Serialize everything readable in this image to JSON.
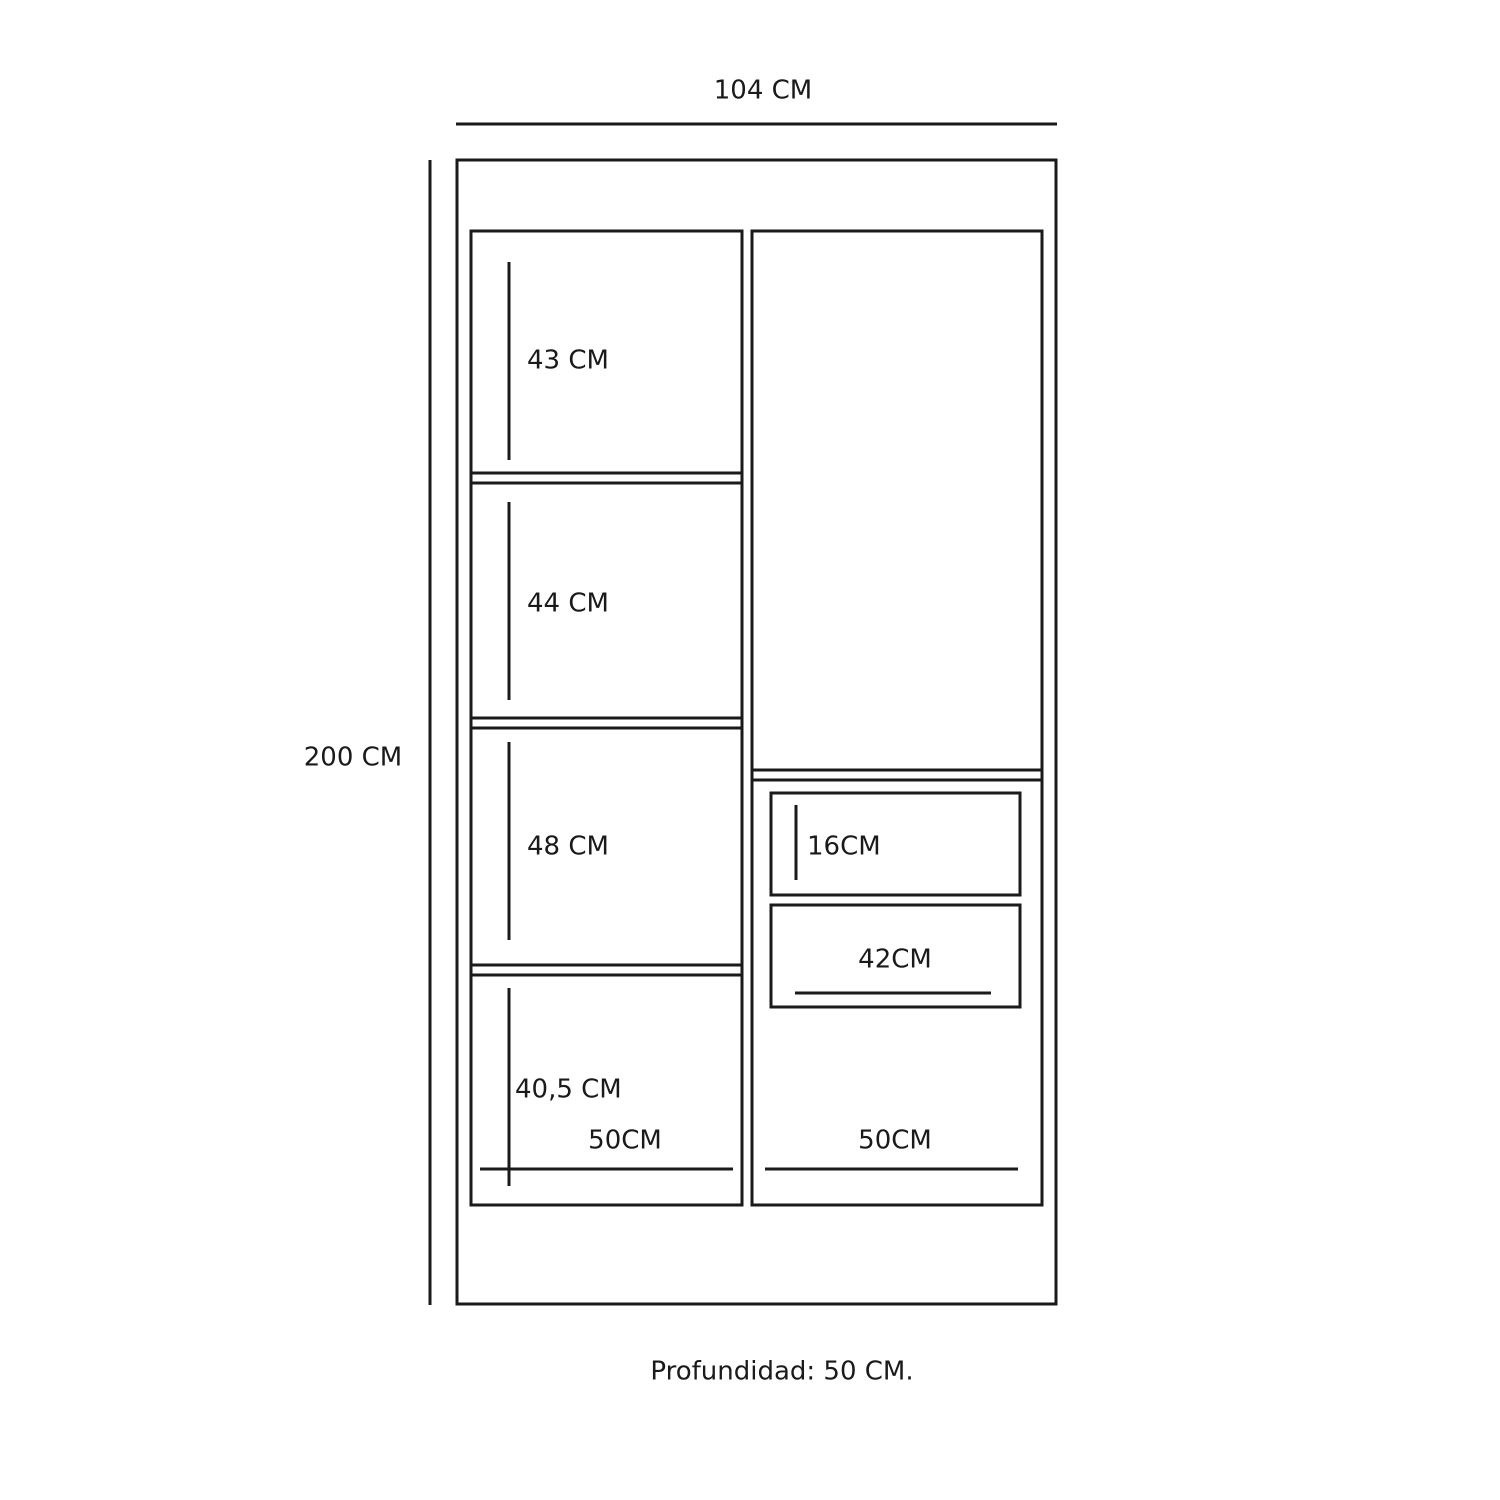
{
  "dimensions": {
    "width": "104 CM",
    "height": "200 CM",
    "depth": "Profundidad: 50 CM."
  },
  "left_column": {
    "compartments": [
      "43 CM",
      "44 CM",
      "48 CM",
      "40,5 CM"
    ],
    "width": "50CM"
  },
  "right_column": {
    "drawer_height": "16CM",
    "drawer_width": "42CM",
    "width": "50CM"
  }
}
